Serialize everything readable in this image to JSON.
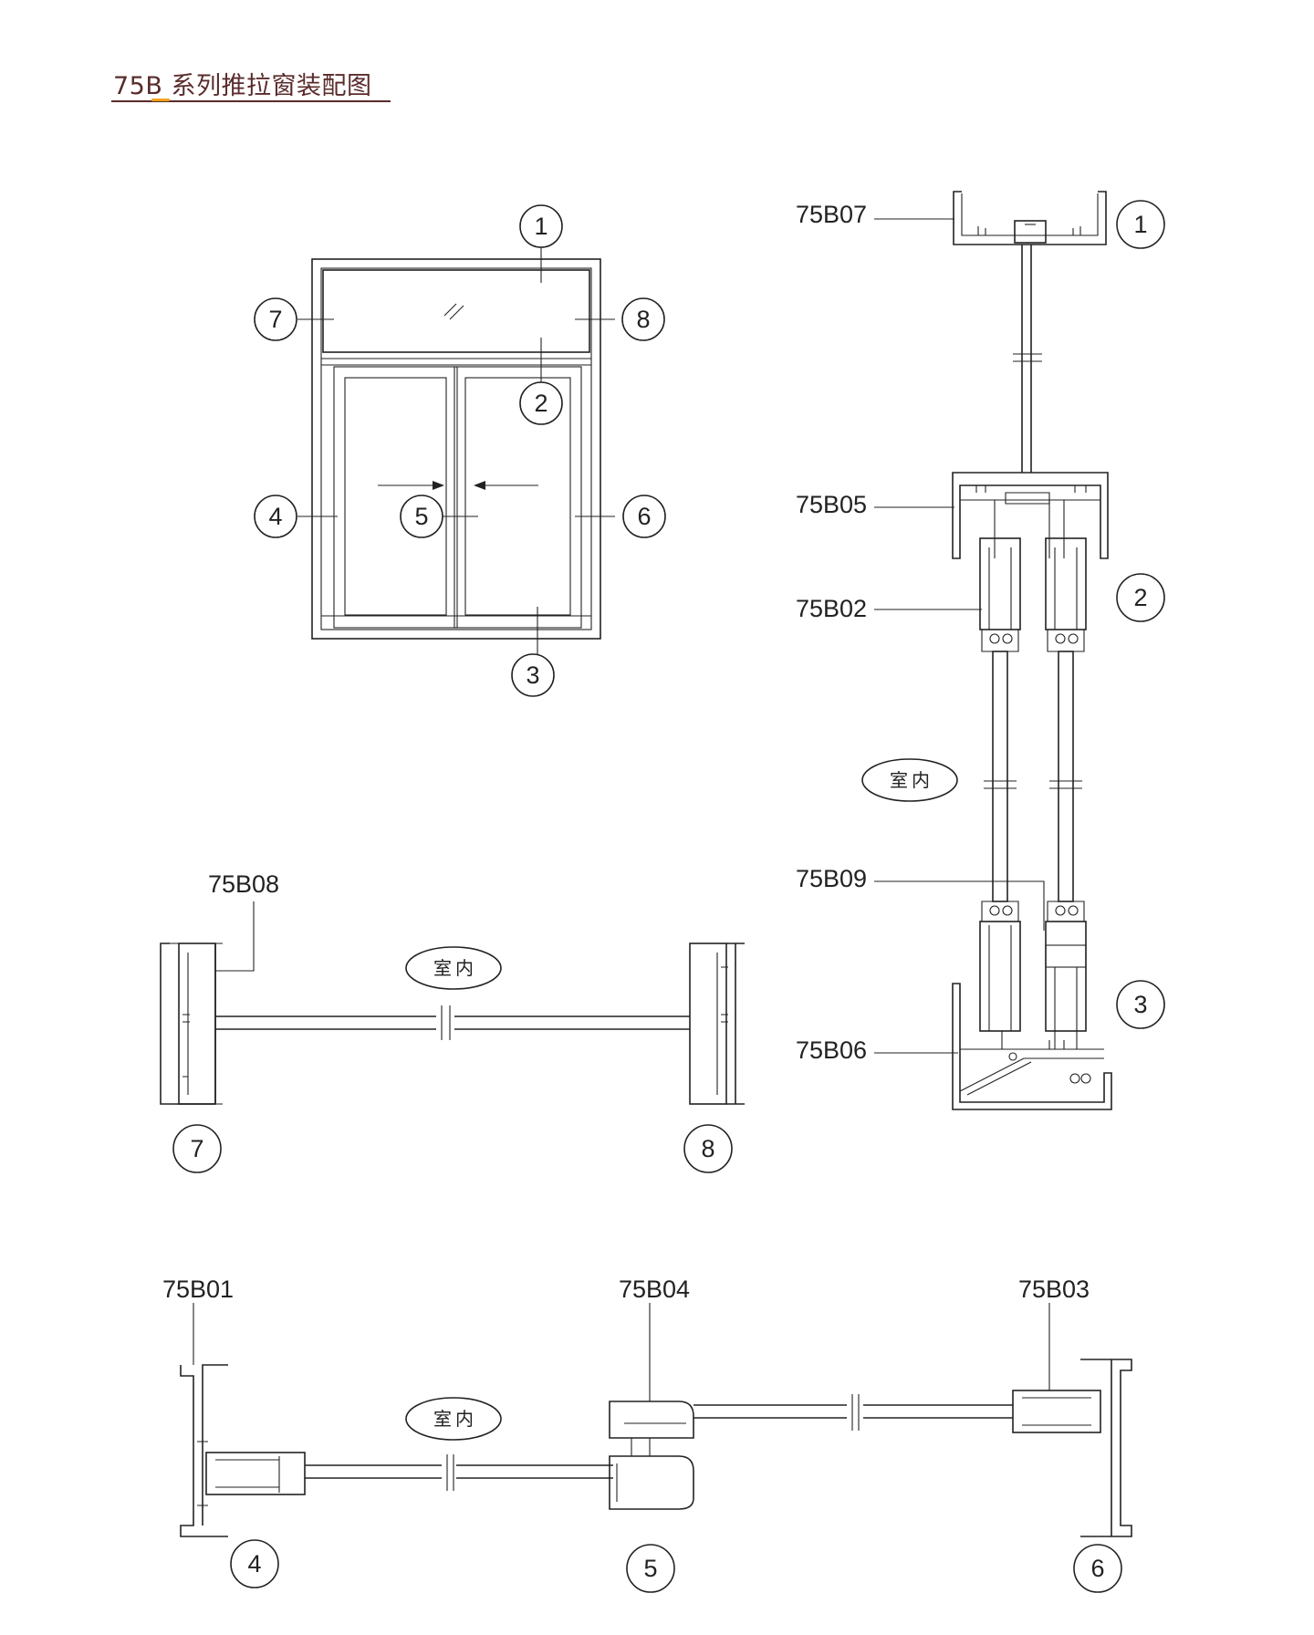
{
  "title": "75B 系列推拉窗装配图",
  "indoor_label": "室内",
  "elevation_callouts": [
    "1",
    "2",
    "3",
    "4",
    "5",
    "6",
    "7",
    "8"
  ],
  "profiles": {
    "top_frame": "75B07",
    "transom": "75B05",
    "sash_rail": "75B02",
    "interlock_rail": "75B09",
    "bottom_frame": "75B06",
    "fixed_side": "75B08",
    "side_frame": "75B01",
    "meeting_stile": "75B04",
    "sash_stile": "75B03"
  },
  "section_callouts": {
    "right_column": [
      "1",
      "2",
      "3"
    ],
    "middle": [
      "7",
      "8"
    ],
    "bottom": [
      "4",
      "5",
      "6"
    ]
  },
  "colors": {
    "title": "#5a2b2b",
    "accent": "#f2a21b",
    "line": "#222222"
  }
}
